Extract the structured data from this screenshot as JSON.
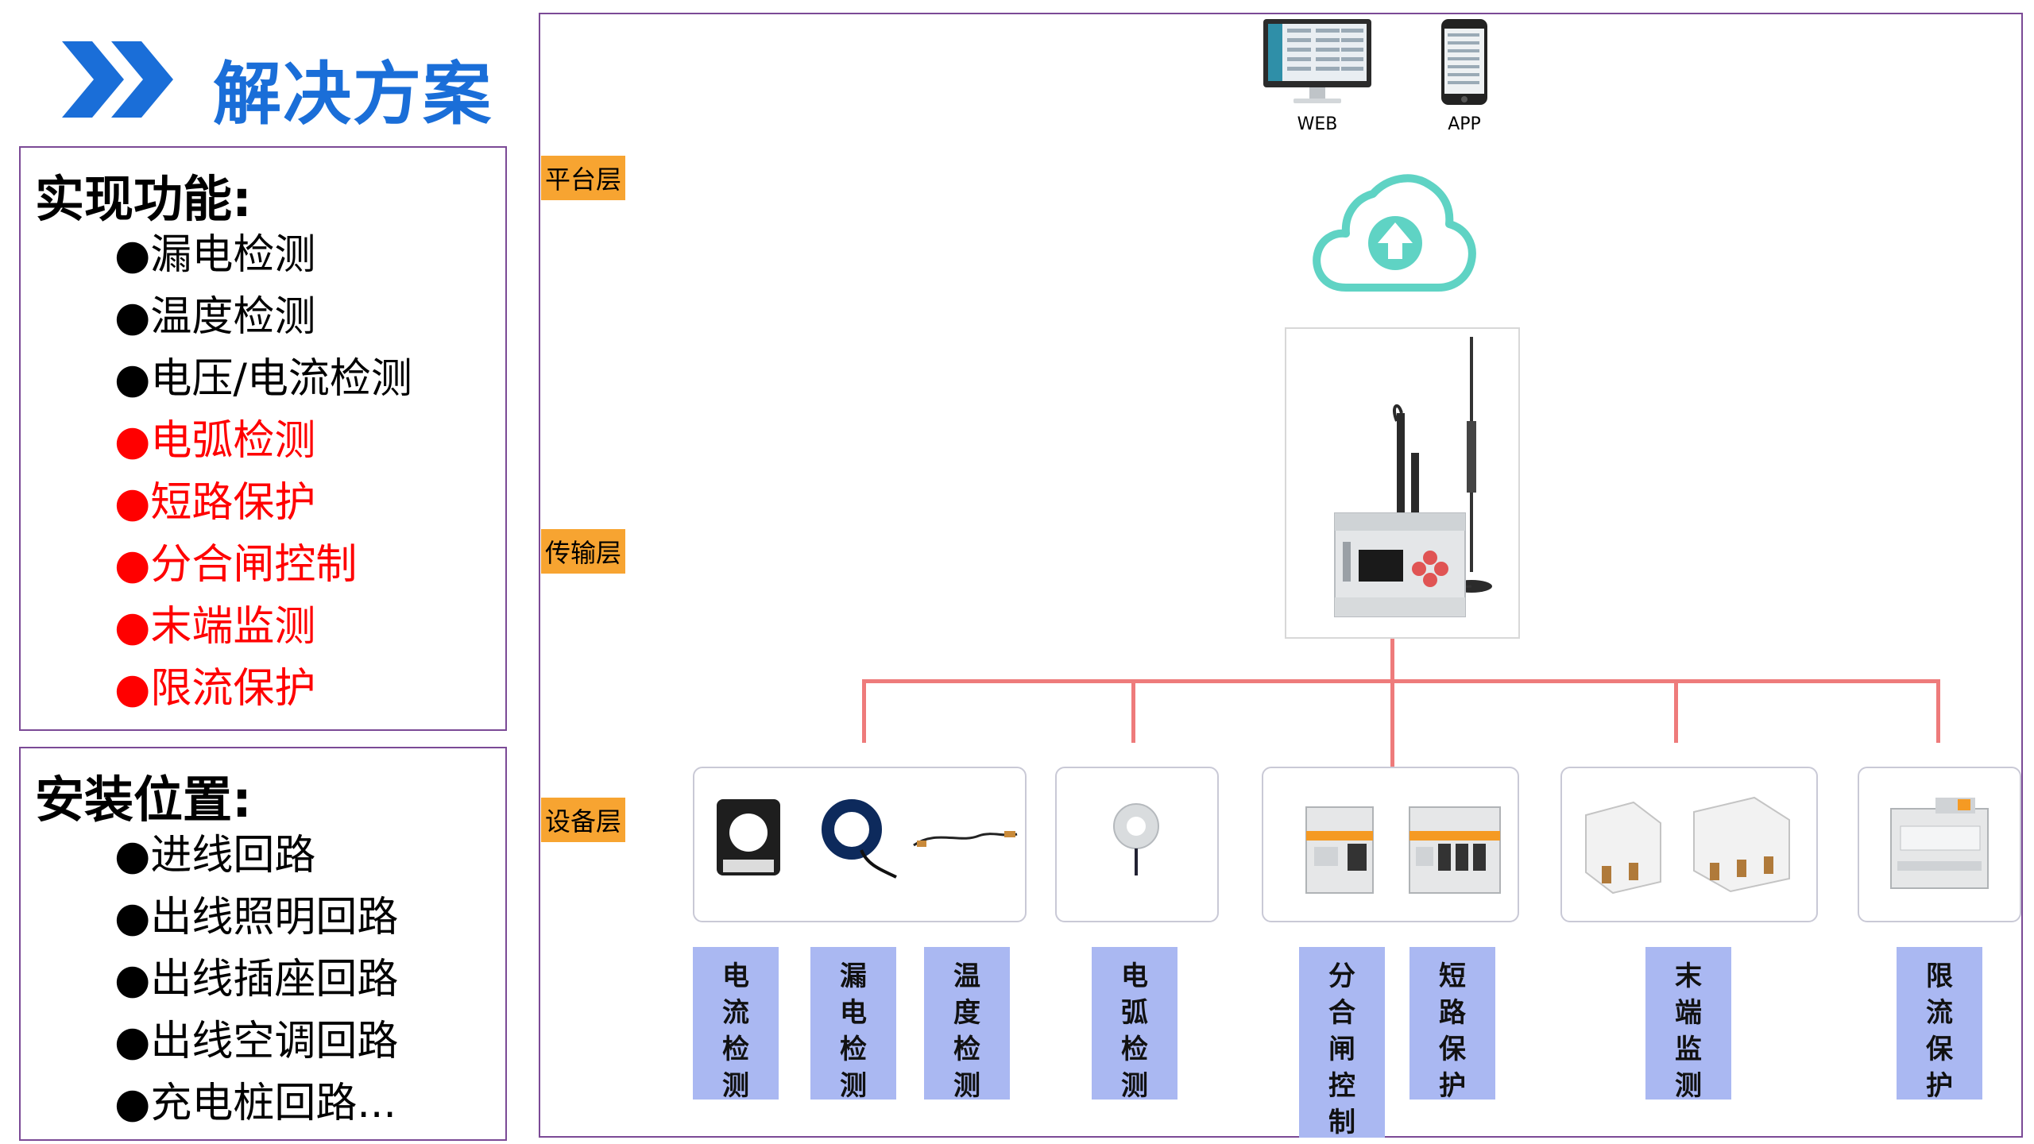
{
  "header": {
    "title": "解决方案"
  },
  "functions": {
    "title": "实现功能:",
    "items": [
      {
        "label": "●漏电检测",
        "red": false
      },
      {
        "label": "●温度检测",
        "red": false
      },
      {
        "label": "●电压/电流检测",
        "red": false
      },
      {
        "label": "●电弧检测",
        "red": true
      },
      {
        "label": "●短路保护",
        "red": true
      },
      {
        "label": "●分合闸控制",
        "red": true
      },
      {
        "label": "●末端监测",
        "red": true
      },
      {
        "label": "●限流保护",
        "red": true
      }
    ]
  },
  "install": {
    "title": "安装位置:",
    "items": [
      "●进线回路",
      "●出线照明回路",
      "●出线插座回路",
      "●出线空调回路",
      "●充电桩回路..."
    ]
  },
  "layers": {
    "platform": "平台层",
    "transport": "传输层",
    "device": "设备层"
  },
  "platform": {
    "web_label": "WEB",
    "app_label": "APP"
  },
  "labels": [
    "电流检测",
    "漏电检测",
    "温度检测",
    "电弧检测",
    "分合闸控制",
    "短路保护",
    "末端监测",
    "限流保护"
  ],
  "colors": {
    "title_blue": "#1a6ed8",
    "panel_border": "#7b4a96",
    "layer_orange": "#f7a431",
    "label_blue": "#aab8f2",
    "connector_red": "#ee7b7b",
    "cloud_teal": "#5fd3c4",
    "alert_red": "#ff0000"
  }
}
